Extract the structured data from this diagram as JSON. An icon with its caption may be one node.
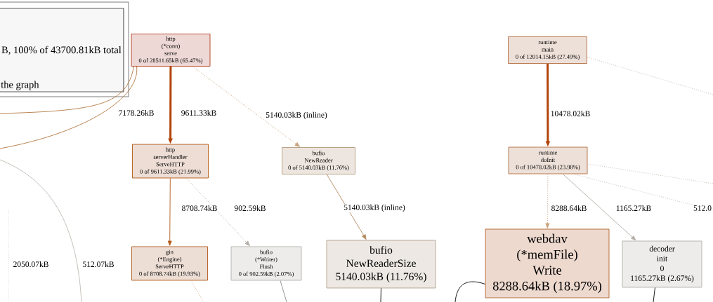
{
  "diagram": {
    "nodes": [
      {
        "text": [
          "B, 100% of 43700.81kB total",
          "the graph"
        ]
      },
      {
        "text": [
          "http",
          "(*conn)",
          "serve",
          "0 of 28511.65kB (65.47%)"
        ]
      },
      {
        "text": [
          "http",
          "serverHandler",
          "ServeHTTP",
          "0 of 9611.33kB (21.99%)"
        ]
      },
      {
        "text": [
          "bufio",
          "NewReader",
          "0 of 5140.03kB (11.76%)"
        ]
      },
      {
        "text": [
          "runtime",
          "main",
          "0 of 12014.15kB (27.49%)"
        ]
      },
      {
        "text": [
          "runtime",
          "doInit",
          "0 of 10478.02kB (23.98%)"
        ]
      },
      {
        "text": [
          "gin",
          "(*Engine)",
          "ServeHTTP",
          "0 of 8708.74kB (19.93%)"
        ]
      },
      {
        "text": [
          "bufio",
          "(*Writer)",
          "Flush",
          "0 of 902.59kB (2.07%)"
        ]
      },
      {
        "text": [
          "bufio",
          "NewReaderSize",
          "5140.03kB (11.76%)"
        ]
      },
      {
        "text": [
          "webdav",
          "(*memFile)",
          "Write",
          "8288.64kB (18.97%)"
        ]
      },
      {
        "text": [
          "decoder",
          "init",
          "0",
          "1165.27kB (2.67%)"
        ]
      }
    ],
    "edges": [
      {
        "from": 1,
        "to": 2,
        "arrow": "to",
        "label": "9611.33kB",
        "style": "thick",
        "color": "#b2440a"
      },
      {
        "from": 1,
        "to": null,
        "arrow": "none",
        "label": "7178.26kB",
        "color": "#b2773f"
      },
      {
        "from": 1,
        "to": null,
        "arrow": "none",
        "color": "#b2773f"
      },
      {
        "from": 1,
        "to": 3,
        "arrow": "to",
        "label": "5140.03kB (inline)",
        "style": "dashed",
        "color": "#c9a27e"
      },
      {
        "from": 2,
        "to": 6,
        "arrow": "to",
        "label": "8708.74kB",
        "color": "#b25a1c"
      },
      {
        "from": 2,
        "to": 7,
        "arrow": "to",
        "label": "902.59kB",
        "style": "dashed",
        "color": "#b2aea6"
      },
      {
        "from": 3,
        "to": 8,
        "arrow": "to",
        "label": "5140.03kB (inline)",
        "color": "#b28a5e"
      },
      {
        "from": 4,
        "to": 5,
        "arrow": "to",
        "label": "10478.02kB",
        "style": "thick",
        "color": "#b2440a"
      },
      {
        "from": 4,
        "to": null,
        "arrow": "none",
        "style": "dashed",
        "color": "#c9bfb5"
      },
      {
        "from": 5,
        "to": 9,
        "arrow": "to",
        "label": "8288.64kB",
        "style": "dashed",
        "color": "#c9a27e"
      },
      {
        "from": 5,
        "to": 10,
        "arrow": "to",
        "label": "1165.27kB",
        "color": "#b2aea6"
      },
      {
        "from": 5,
        "to": null,
        "arrow": "none",
        "label": "512.0",
        "style": "dashed",
        "color": "#c9bfb5"
      },
      {
        "from": 5,
        "to": null,
        "arrow": "none",
        "style": "dashed",
        "color": "#c9bfb5"
      },
      {
        "from": 6,
        "to": null,
        "arrow": "none",
        "style": "dashed",
        "color": "#c9a27e"
      },
      {
        "from": 7,
        "to": null,
        "arrow": "none",
        "color": "#8a8a8a"
      },
      {
        "from": 8,
        "to": null,
        "arrow": "none",
        "color": "#000000"
      },
      {
        "from": 9,
        "to": null,
        "arrow": "none",
        "color": "#000000"
      },
      {
        "from": 10,
        "to": null,
        "arrow": "none",
        "color": "#000000"
      }
    ],
    "labels": [
      "2050.07kB",
      "512.07kB"
    ]
  }
}
